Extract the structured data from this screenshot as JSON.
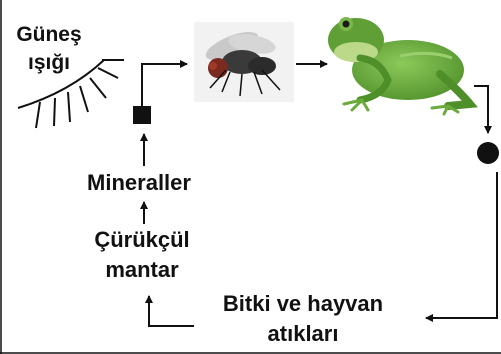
{
  "diagram": {
    "sun_label": [
      "Güneş",
      "ışığı"
    ],
    "minerals_label": "Mineraller",
    "decomposer_label": [
      "Çürükçül",
      "mantar"
    ],
    "waste_label": [
      "Bitki ve hayvan",
      "atıkları"
    ],
    "nodes": {
      "fly": "fly-photo",
      "frog": "frog-photo",
      "plant_square": "filled-square",
      "end_circle": "filled-circle"
    },
    "colors": {
      "text": "#111111",
      "lines": "#111111",
      "frog": "#6aab3c",
      "frog_light": "#bcd98a"
    }
  }
}
